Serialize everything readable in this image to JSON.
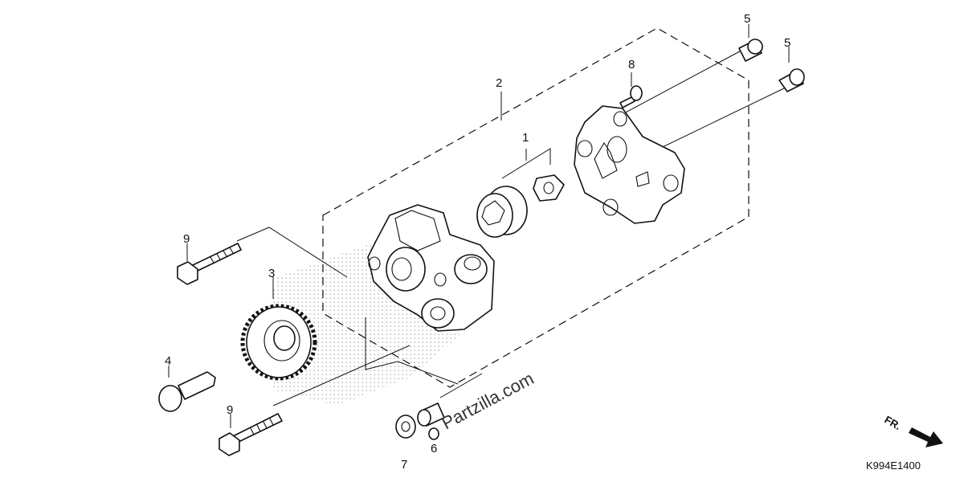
{
  "diagram_code": "K994E1400",
  "watermark": "Partzilla.com",
  "direction_label": "FR.",
  "callouts": [
    "1",
    "2",
    "3",
    "4",
    "5",
    "5",
    "6",
    "7",
    "8",
    "9",
    "9"
  ]
}
